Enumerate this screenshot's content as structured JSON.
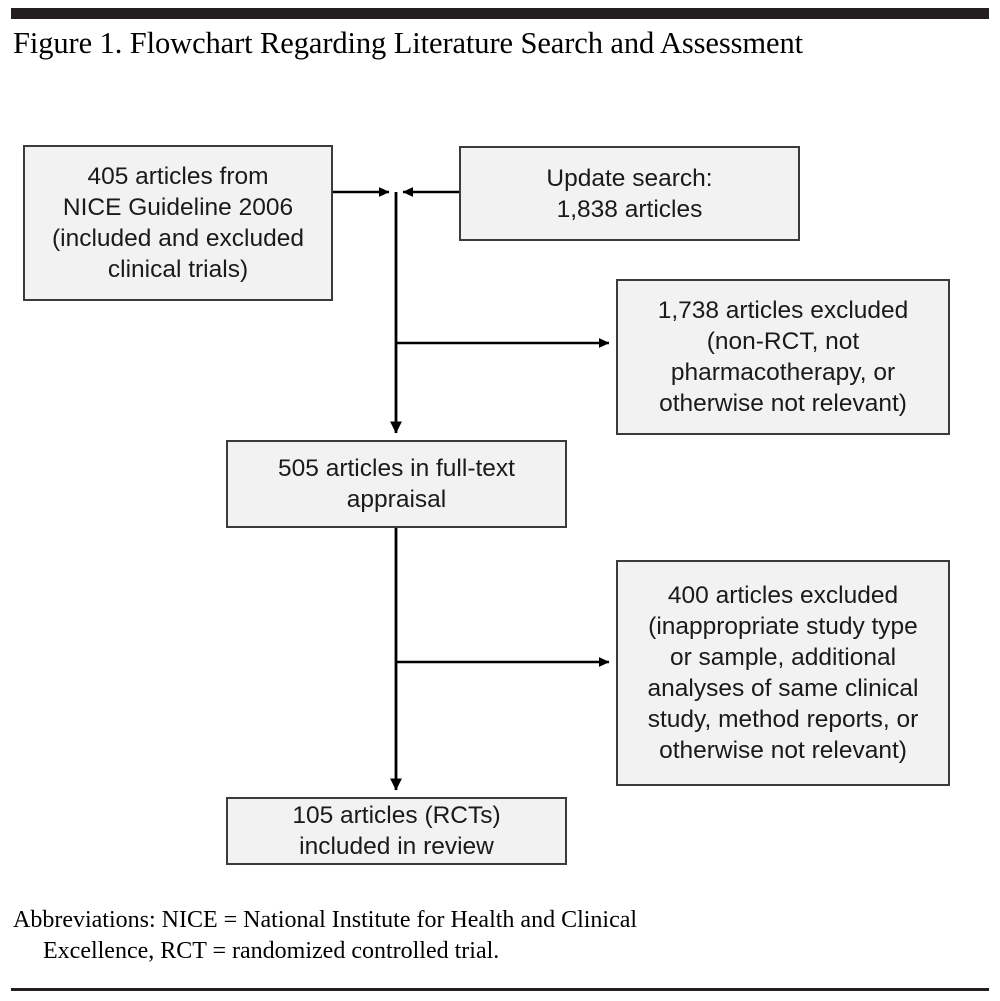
{
  "document": {
    "title": "Figure 1. Flowchart Regarding Literature Search and Assessment",
    "top_rule_color": "#231f20",
    "bottom_rule_color": "#231f20"
  },
  "flowchart": {
    "node_fill": "#f2f2f2",
    "node_border": "#3b3b3b",
    "connector_color": "#000000",
    "nodes": {
      "nice_guideline": "405 articles from\nNICE Guideline 2006\n(included and excluded\nclinical trials)",
      "update_search": "Update search:\n1,838 articles",
      "excluded_first": "1,738 articles excluded\n(non-RCT, not\npharmacotherapy, or\notherwise not relevant)",
      "full_text_appraisal": "505 articles in full-text\nappraisal",
      "excluded_second": "400 articles excluded\n(inappropriate study type\nor sample, additional\nanalyses of same clinical\nstudy, method reports, or\notherwise not relevant)",
      "included_review": "105 articles (RCTs)\nincluded in review"
    },
    "counts": {
      "nice_guideline_articles": 405,
      "update_search_articles": 1838,
      "excluded_first_articles": 1738,
      "full_text_appraisal_articles": 505,
      "excluded_second_articles": 400,
      "included_review_articles": 105
    }
  },
  "footnote": {
    "line1": "Abbreviations: NICE = National Institute for Health and Clinical",
    "line2": "Excellence, RCT = randomized controlled trial."
  }
}
